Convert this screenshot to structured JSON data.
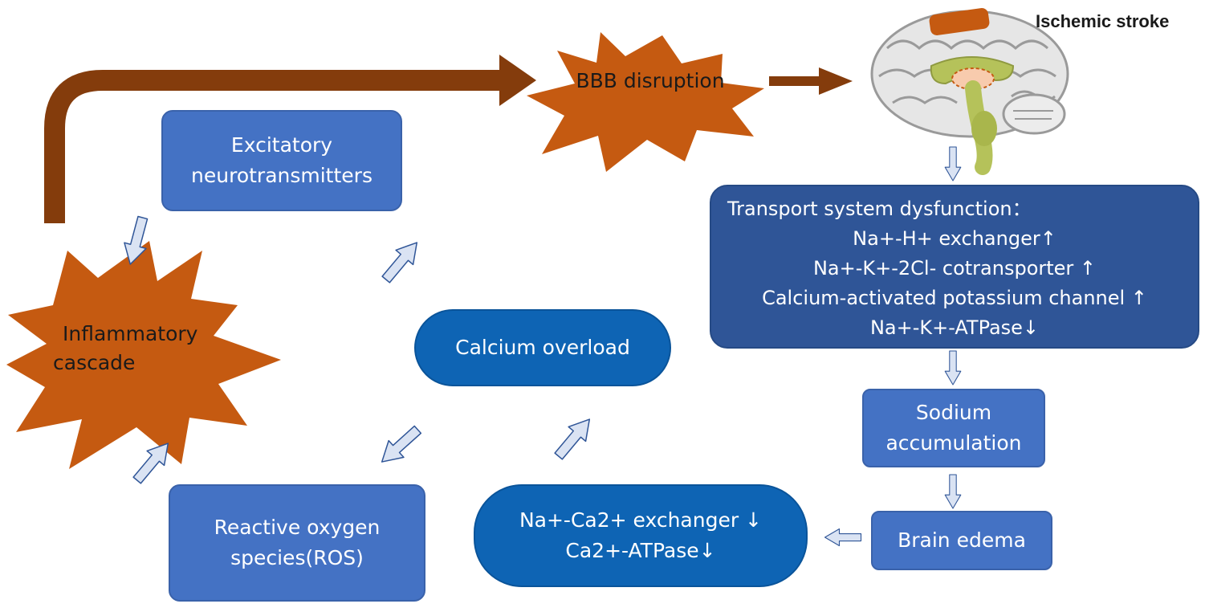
{
  "nodes": {
    "excitatory": [
      "Excitatory",
      "neurotransmitters"
    ],
    "calcium": "Calcium overload",
    "ros": [
      "Reactive oxygen",
      "species(ROS)"
    ],
    "exchanger": [
      "Na+-Ca2+ exchanger ↓",
      "Ca2+-ATPase↓"
    ],
    "transport": {
      "heading": "Transport system dysfunction：",
      "items": [
        "Na+-H+ exchanger↑",
        "Na+-K+-2Cl- cotransporter ↑",
        "Calcium-activated potassium channel ↑",
        "Na+-K+-ATPase↓"
      ]
    },
    "sodium": [
      "Sodium",
      "accumulation"
    ],
    "edema": "Brain edema",
    "bbb": "BBB disruption",
    "inflammatory": [
      "Inflammatory",
      "cascade"
    ],
    "stroke": "Ischemic stroke"
  },
  "colors": {
    "box_medium": "#4472c4",
    "box_dark": "#2f5597",
    "pill_blue": "#0e64b4",
    "burst_orange": "#c55a11",
    "big_arrow_brown": "#843c0c",
    "small_arrow_fill": "#dae3f3",
    "small_arrow_stroke": "#2f5597"
  },
  "icons": [
    "brain-icon",
    "starburst-shape",
    "hollow-arrow"
  ]
}
